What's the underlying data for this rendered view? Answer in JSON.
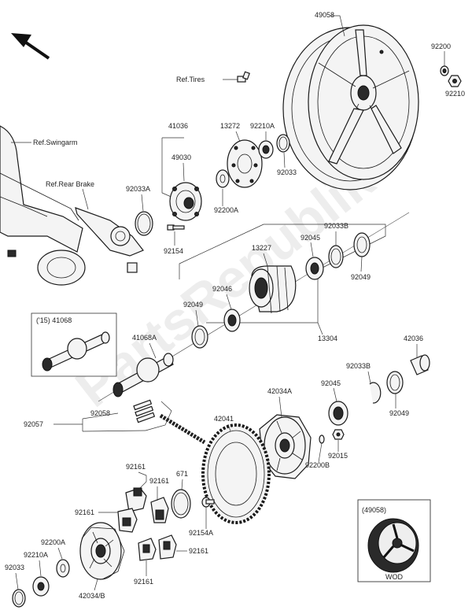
{
  "labels": {
    "p49058": "49058",
    "p92200": "92200",
    "p92210": "92210",
    "ref_tires": "Ref.Tires",
    "ref_swingarm": "Ref.Swingarm",
    "ref_rear_brake": "Ref.Rear Brake",
    "p41036": "41036",
    "p49030": "49030",
    "p13272": "13272",
    "p92210A_top": "92210A",
    "p92033": "92033",
    "p92033A_top": "92033A",
    "p92200A_top": "92200A",
    "p92154": "92154",
    "p13227": "13227",
    "p92045_top": "92045",
    "p92033B_top": "92033B",
    "p92049_top": "92049",
    "p92046": "92046",
    "p92049_left": "92049",
    "p15_41068": "('15)  41068",
    "p41068A": "41068A",
    "p13304": "13304",
    "p42036": "42036",
    "p92033B_mid": "92033B",
    "p92045_mid": "92045",
    "p42034A": "42034A",
    "p92049_mid": "92049",
    "p92057": "92057",
    "p92058": "92058",
    "p42041": "42041",
    "p92015": "92015",
    "p92200B": "92200B",
    "p92161_a": "92161",
    "p92161_b": "92161",
    "p671": "671",
    "p92161_c": "92161",
    "p92154A": "92154A",
    "p92161_d": "92161",
    "p92161_e": "92161",
    "p92200A_bot": "92200A",
    "p92210A_bot": "92210A",
    "p92033_bot": "92033",
    "p42034B": "42034/B",
    "inset_title": "(49058)",
    "inset_caption": "WOD"
  },
  "watermark": "PartsRepublik",
  "colors": {
    "ink": "#1a1a1a",
    "part_fill": "#f4f4f4",
    "watermark": "#d8d8d8"
  }
}
